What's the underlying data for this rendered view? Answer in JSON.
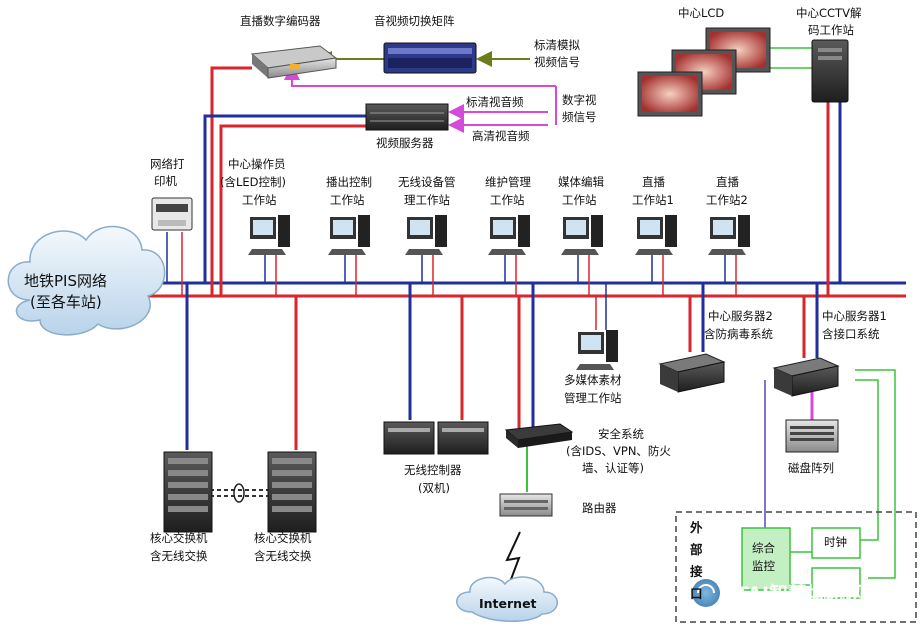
{
  "colors": {
    "red": "#d8262c",
    "blue": "#1f2f9e",
    "magenta": "#d54ad9",
    "green": "#3cc33c",
    "olive": "#6a7d1a",
    "purple": "#5b47b8"
  },
  "labels": {
    "encoder": "直播数字编码器",
    "av_matrix": "音视频切换矩阵",
    "sd_analog_1": "标清模拟",
    "sd_analog_2": "视频信号",
    "digital_video_1": "数字视",
    "digital_video_2": "频信号",
    "sd_av": "标清视音频",
    "hd_av": "高清视音频",
    "video_server": "视频服务器",
    "center_lcd": "中心LCD",
    "cctv_1": "中心CCTV解",
    "cctv_2": "码工作站",
    "printer_1": "网络打",
    "printer_2": "印机",
    "ws_operator_1": "中心操作员",
    "ws_operator_2": "(含LED控制)",
    "ws_operator_3": "工作站",
    "ws_playout_1": "播出控制",
    "ws_playout_2": "工作站",
    "ws_wireless_1": "无线设备管",
    "ws_wireless_2": "理工作站",
    "ws_maint_1": "维护管理",
    "ws_maint_2": "工作站",
    "ws_media_1": "媒体编辑",
    "ws_media_2": "工作站",
    "ws_live1_1": "直播",
    "ws_live1_2": "工作站1",
    "ws_live2_1": "直播",
    "ws_live2_2": "工作站2",
    "pis_1": "地铁PIS网络",
    "pis_2": "(至各车站)",
    "server2_1": "中心服务器2",
    "server2_2": "含防病毒系统",
    "server1_1": "中心服务器1",
    "server1_2": "含接口系统",
    "mm_1": "多媒体素材",
    "mm_2": "管理工作站",
    "security_1": "安全系统",
    "security_2": "(含IDS、VPN、防火",
    "security_3": "墙、认证等)",
    "router": "路由器",
    "wlc_1": "无线控制器",
    "wlc_2": "(双机)",
    "core_a_1": "核心交换机",
    "core_a_2": "含无线交换",
    "core_b_1": "核心交换机",
    "core_b_2": "含无线交换",
    "disk_array": "磁盘阵列",
    "internet": "Internet",
    "external_iface": "外部接口",
    "integrated_1": "综合",
    "integrated_2": "监控",
    "clock": "时钟",
    "watermark": "RTAI智慧城轨网"
  }
}
